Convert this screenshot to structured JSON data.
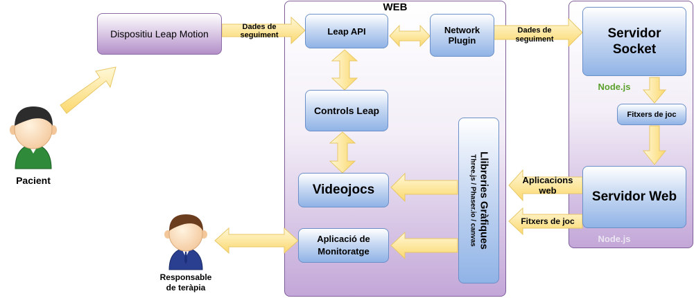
{
  "panels": {
    "web_title": "WEB"
  },
  "nodes": {
    "leap_device": "Dispositiu Leap Motion",
    "leap_api": "Leap API",
    "network_plugin": "Network\nPlugin",
    "controls_leap": "Controls Leap",
    "videojocs": "Videojocs",
    "monitoratge": "Aplicació de\nMonitoratge",
    "llibreries_title": "Llibreries Gràfiques",
    "llibreries_sub": "Three.js / Phaser.io / canvas",
    "servidor_socket": "Servidor\nSocket",
    "fitxers_joc_server": "Fitxers de joc",
    "servidor_web": "Servidor Web"
  },
  "labels": {
    "dades_seguiment_1": "Dades de\nseguiment",
    "dades_seguiment_2": "Dades de\nseguiment",
    "nodejs_1": "Node.js",
    "nodejs_2": "Node.js",
    "aplicacions_web": "Aplicacions\nweb",
    "fitxers_joc_arrow": "Fitxers de joc"
  },
  "people": {
    "pacient": "Pacient",
    "responsable": "Responsable\nde teràpia"
  },
  "colors": {
    "nodejs_green": "#5aa02c",
    "nodejs_white": "#ece6f2",
    "arrow_fill": "#fde79a",
    "arrow_stroke": "#e8c766",
    "panel_purple": "#c3a7d8",
    "box_blue": "#90b3e6"
  }
}
